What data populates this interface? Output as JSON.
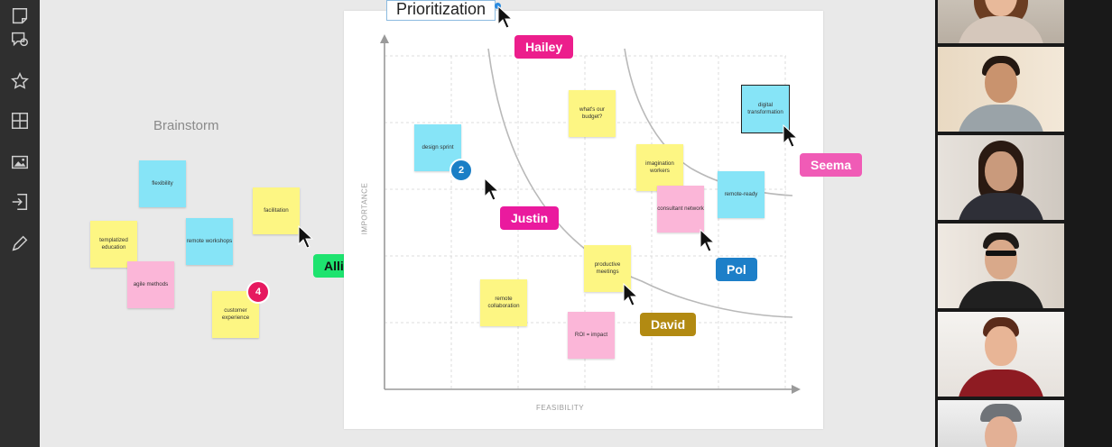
{
  "toolbar": {
    "icons": [
      "sticky-note-icon",
      "comment-icon",
      "star-icon",
      "grid-icon",
      "image-icon",
      "import-icon",
      "pen-icon"
    ]
  },
  "board": {
    "title": "Prioritization",
    "x_axis_label": "FEASIBILITY",
    "y_axis_label": "IMPORTANCE"
  },
  "brainstorm": {
    "heading": "Brainstorm",
    "stickies": [
      {
        "text": "flexibility",
        "color": "blue"
      },
      {
        "text": "templatized education",
        "color": "yellow"
      },
      {
        "text": "remote workshops",
        "color": "blue"
      },
      {
        "text": "agile methods",
        "color": "pink"
      },
      {
        "text": "facilitation",
        "color": "yellow"
      },
      {
        "text": "customer experience",
        "color": "yellow"
      }
    ],
    "badge": "4"
  },
  "matrix": {
    "stickies": [
      {
        "text": "design sprint",
        "color": "blue"
      },
      {
        "text": "what's our budget?",
        "color": "yellow"
      },
      {
        "text": "digital transformation",
        "color": "blue"
      },
      {
        "text": "imagination workers",
        "color": "yellow"
      },
      {
        "text": "remote-ready",
        "color": "blue"
      },
      {
        "text": "consultant network",
        "color": "pink"
      },
      {
        "text": "productive meetings",
        "color": "yellow"
      },
      {
        "text": "remote collaboration",
        "color": "yellow"
      },
      {
        "text": "ROI = impact",
        "color": "pink"
      }
    ],
    "badge": "2"
  },
  "collaborators": [
    {
      "name": "Hailey",
      "color": "#ec1e8c"
    },
    {
      "name": "Seema",
      "color": "#f05bb6"
    },
    {
      "name": "Justin",
      "color": "#ea1a9e"
    },
    {
      "name": "Alli",
      "color": "#1ee36f"
    },
    {
      "name": "Pol",
      "color": "#1d7fc8"
    },
    {
      "name": "David",
      "color": "#b28a12"
    }
  ],
  "colors": {
    "sticky_yellow": "#fdf683",
    "sticky_blue": "#86e4f7",
    "sticky_pink": "#fbb6d8",
    "toolbar_bg": "#2f2f2f",
    "canvas_bg": "#e9e9e9"
  },
  "video_participants_visible": 6
}
